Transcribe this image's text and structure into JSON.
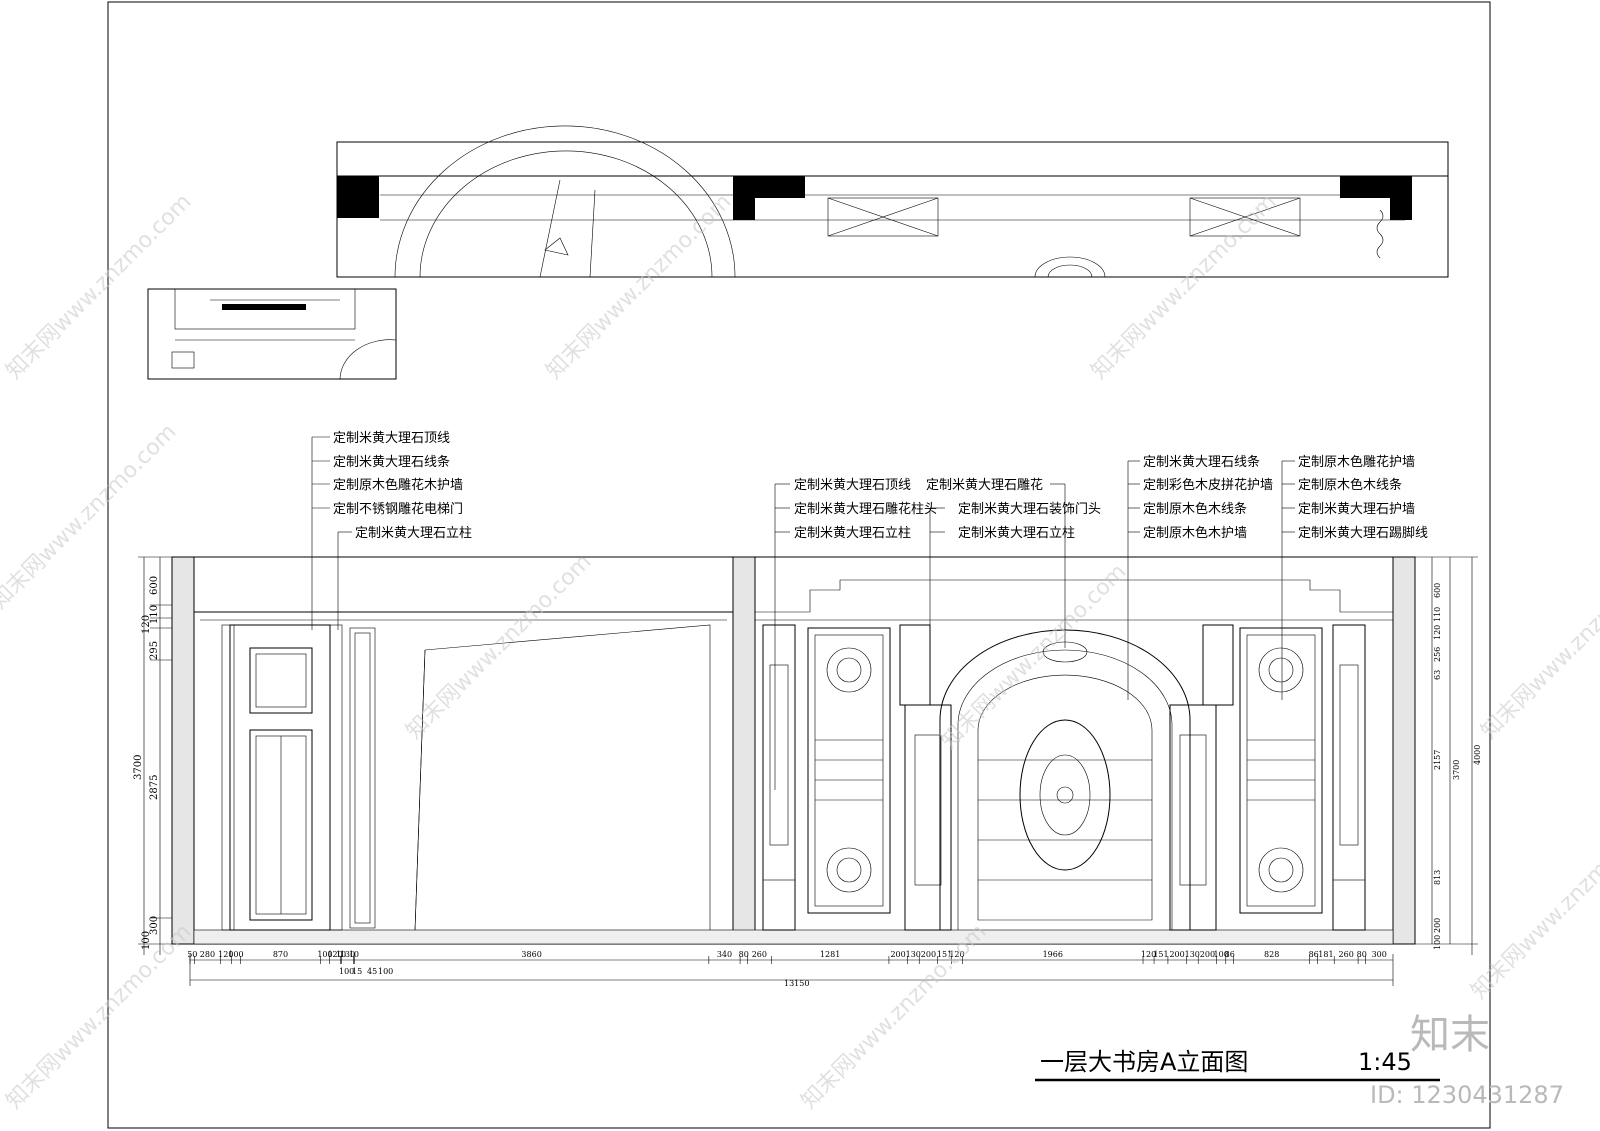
{
  "drawing": {
    "title": "一层大书房A立面图",
    "scale": "1:45"
  },
  "labels_left": [
    "定制米黄大理石顶线",
    "定制米黄大理石线条",
    "定制原木色雕花木护墙",
    "定制不锈钢雕花电梯门",
    "定制米黄大理石立柱"
  ],
  "labels_mid_a": [
    "定制米黄大理石顶线",
    "定制米黄大理石雕花柱头",
    "定制米黄大理石立柱"
  ],
  "label_mid_top": "定制米黄大理石雕花",
  "labels_mid_b": [
    "定制米黄大理石装饰门头",
    "定制米黄大理石立柱"
  ],
  "labels_right_a": [
    "定制米黄大理石线条",
    "定制彩色木皮拼花护墙",
    "定制原木色木线条",
    "定制原木色木护墙"
  ],
  "labels_right_b": [
    "定制原木色雕花护墙",
    "定制原木色木线条",
    "定制米黄大理石护墙",
    "定制米黄大理石踢脚线"
  ],
  "dims_left_vertical": [
    "3700",
    "600",
    "110",
    "120",
    "295",
    "2875",
    "300",
    "100"
  ],
  "dims_right_vertical": [
    "600",
    "110",
    "120",
    "256",
    "63",
    "2157",
    "813",
    "200",
    "100",
    "3700",
    "4000"
  ],
  "dims_bottom": [
    "50",
    "280",
    "120",
    "100",
    "870",
    "100",
    "120",
    "10",
    "130",
    "10",
    "3860",
    "340",
    "80",
    "260",
    "1281",
    "200",
    "130",
    "200",
    "151",
    "120",
    "1966",
    "120",
    "151",
    "200",
    "130",
    "200",
    "100",
    "86",
    "828",
    "86",
    "181",
    "260",
    "80",
    "300"
  ],
  "dims_bottom_sub": [
    "100",
    "15",
    "45",
    "100"
  ],
  "dim_total": "13150",
  "watermark_text": "知末网www.znzmo.com",
  "brand_text": "知末",
  "id_text": "ID: 1230431287"
}
